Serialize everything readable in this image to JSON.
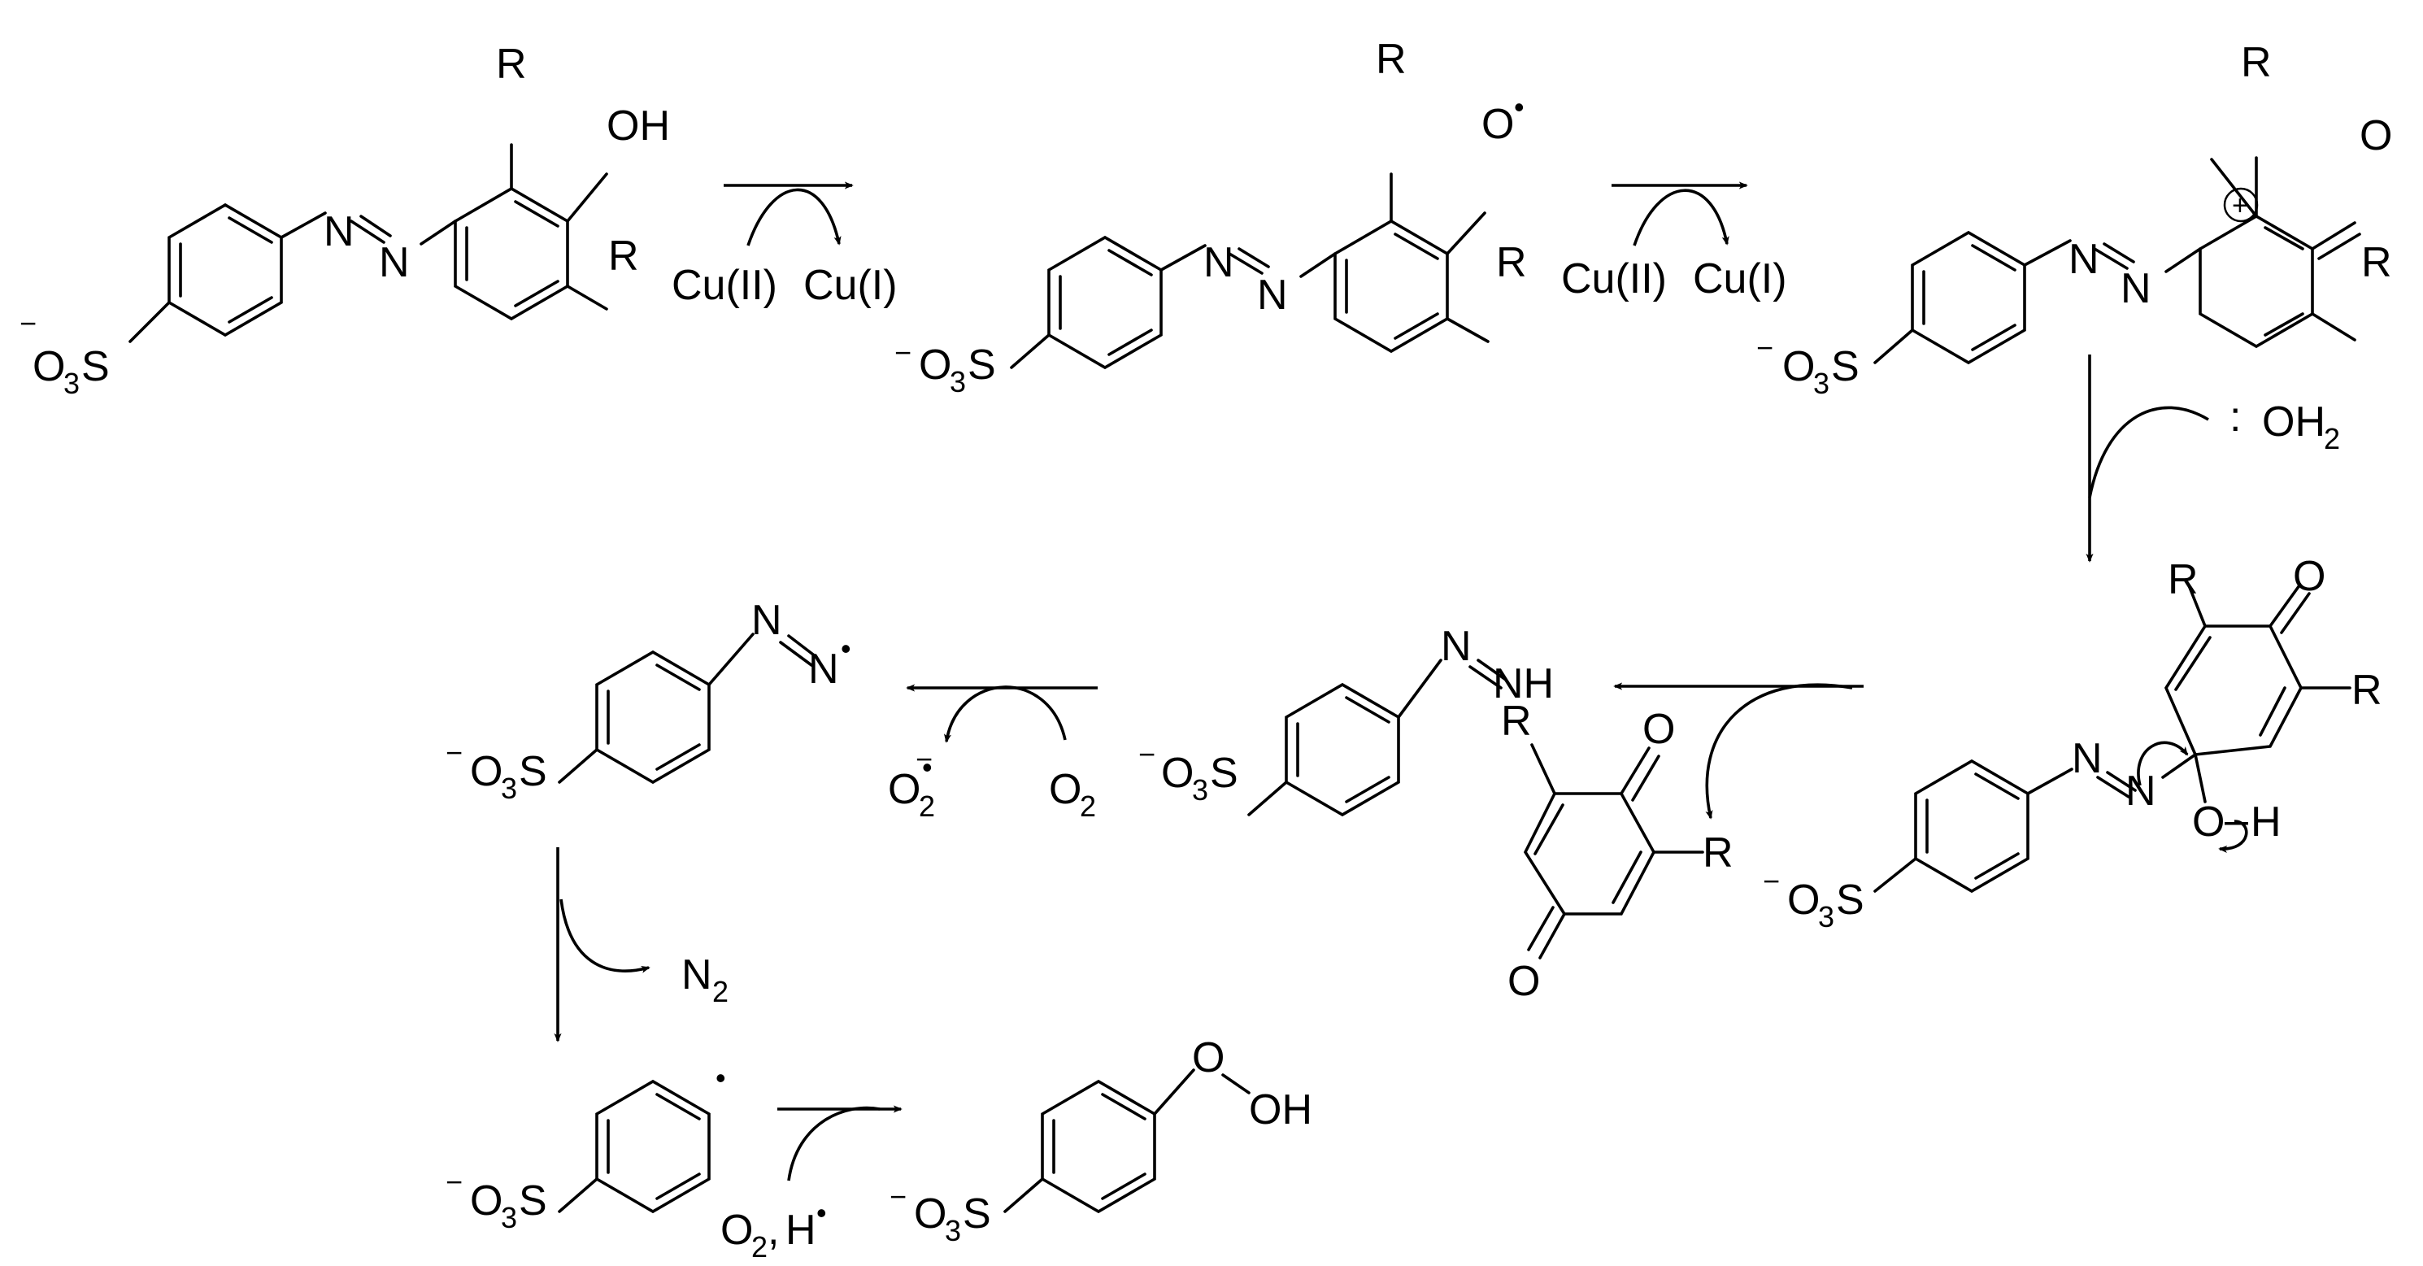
{
  "labels": {
    "R": "R",
    "OH": "OH",
    "O": "O",
    "N": "N",
    "NH": "NH",
    "H": "H",
    "S": "S",
    "minus": "−",
    "three": "3",
    "two": "2",
    "plus": "+",
    "radical_dot": "•",
    "lone_pair": ":",
    "dash": "–",
    "comma": ","
  },
  "reagents": {
    "cu2": "Cu(II)",
    "cu1": "Cu(I)",
    "oh2": "OH",
    "o2": "O",
    "o2_radical_anion": "O",
    "n2": "N",
    "o2h": "O",
    "hdot": "H"
  }
}
